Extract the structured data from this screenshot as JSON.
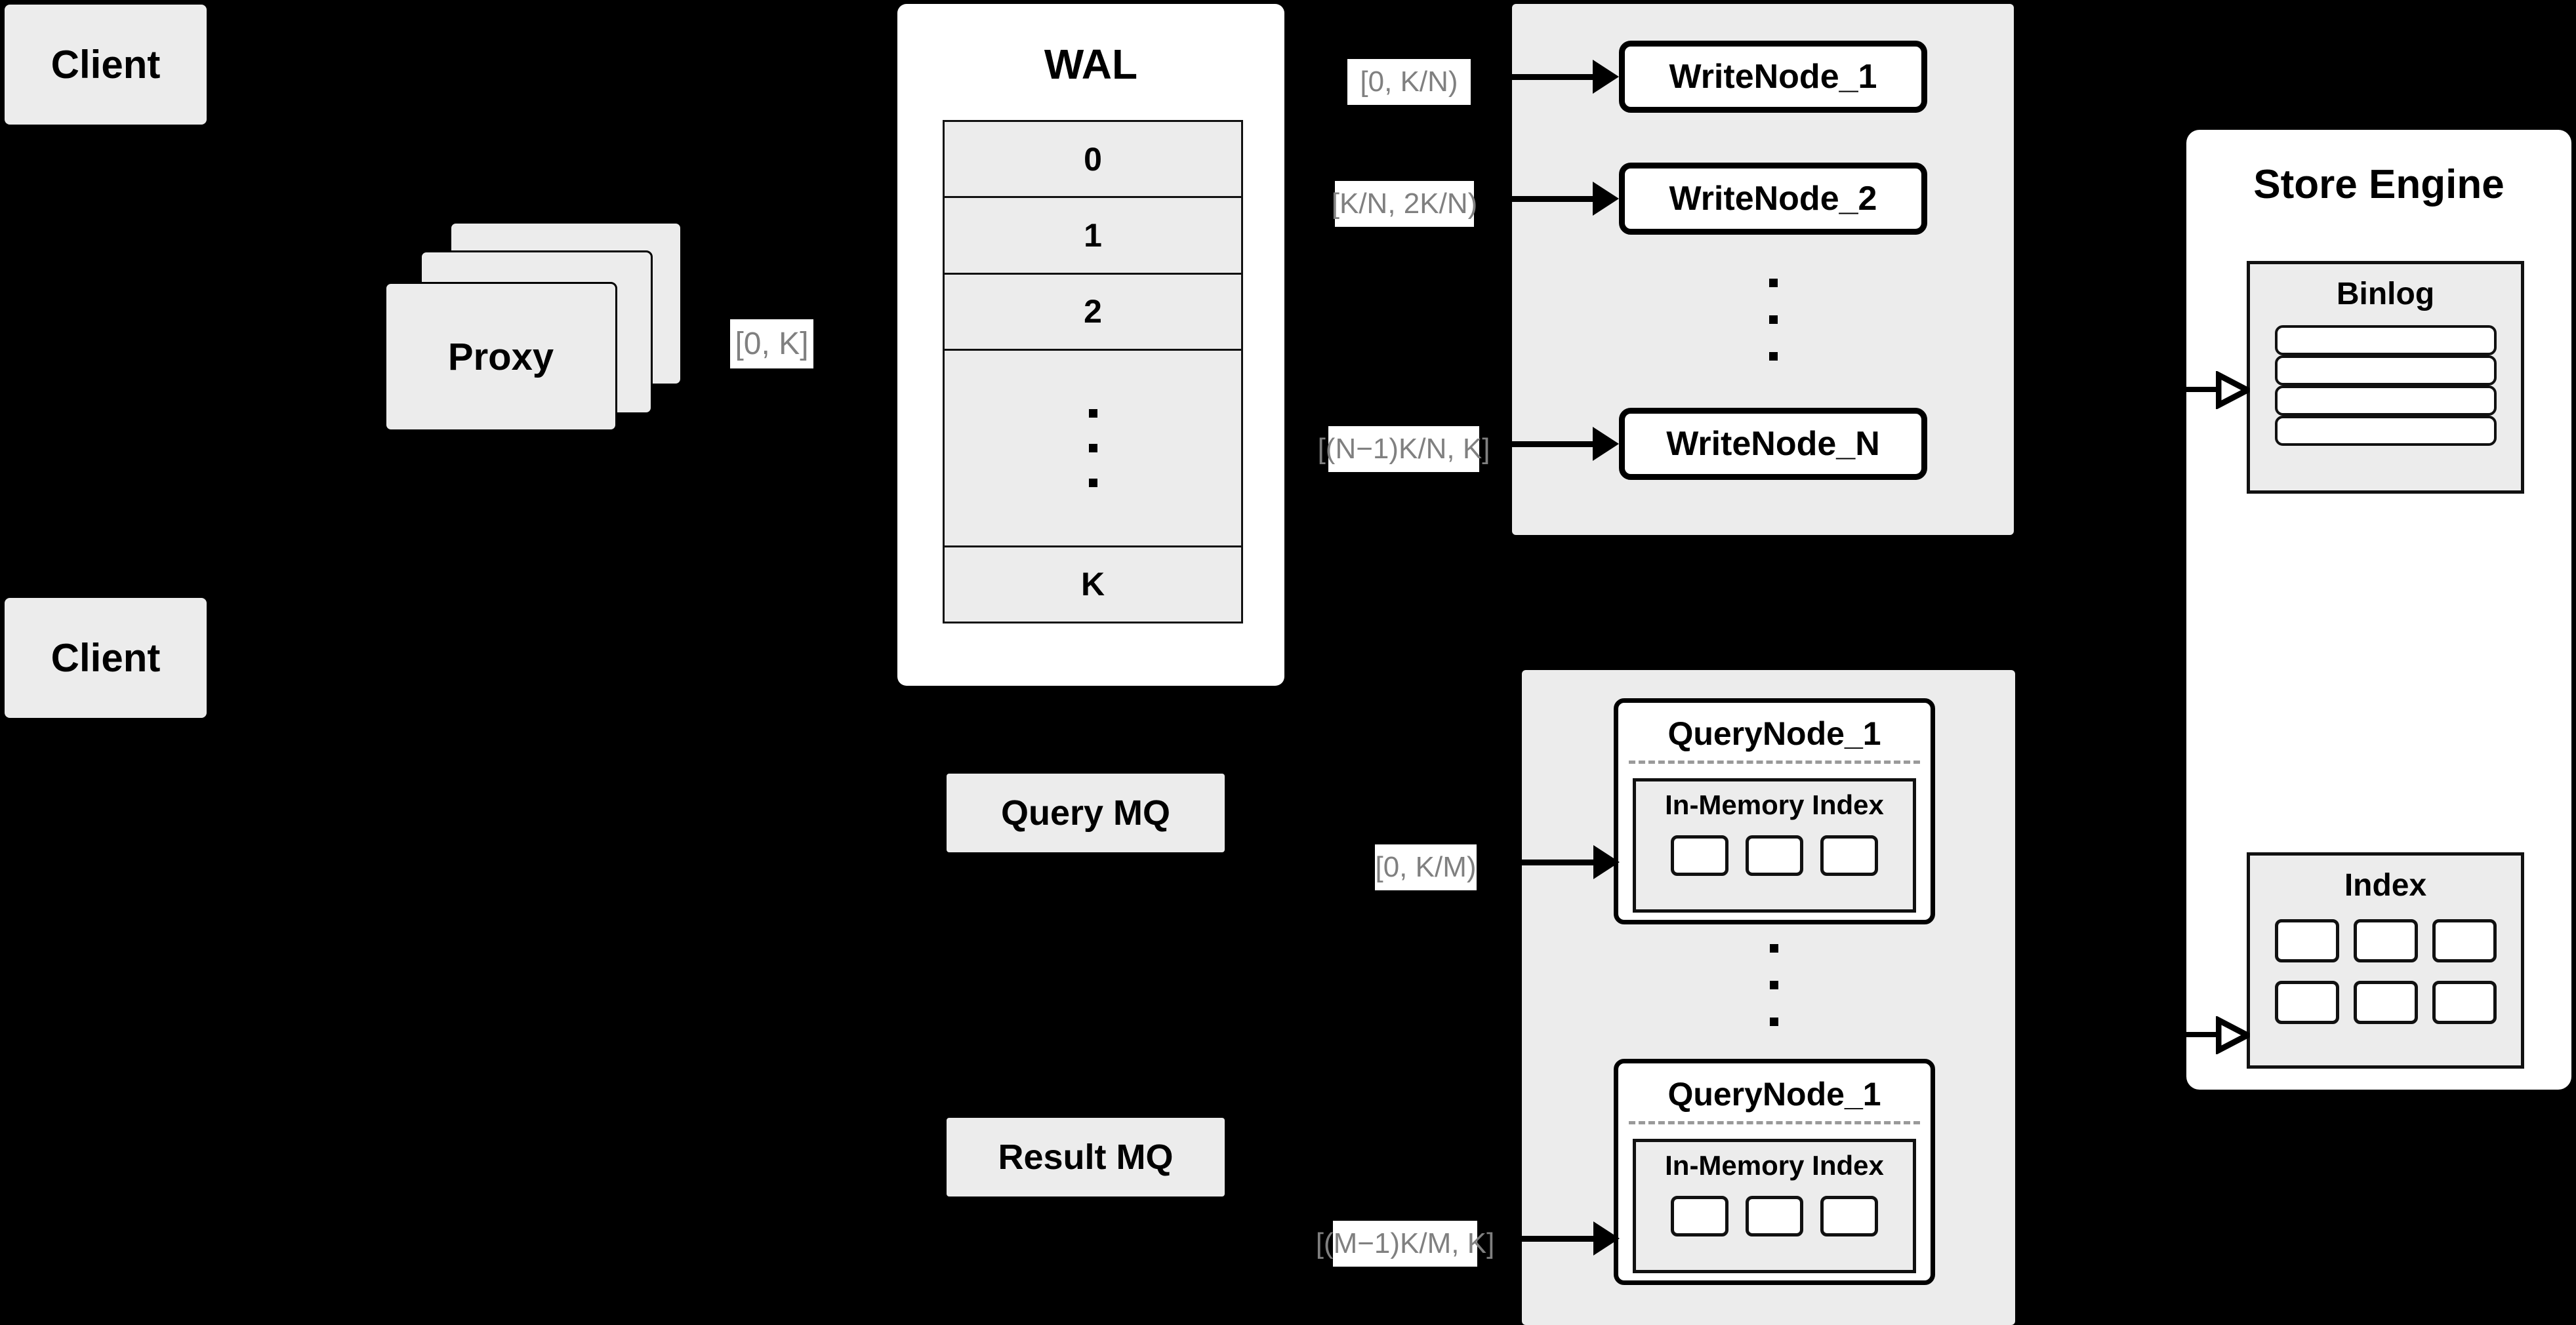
{
  "diagram": {
    "title": "Distributed Write/Query Architecture",
    "background_color": "#000000",
    "node_fill": "#ececec",
    "card_fill": "#ffffff",
    "label_text_color": "#808080"
  },
  "clients": [
    {
      "label": "Client"
    },
    {
      "label": "Client"
    }
  ],
  "proxy": {
    "label": "Proxy",
    "stack_count": 3
  },
  "wal": {
    "title": "WAL",
    "rows": [
      "0",
      "1",
      "2",
      "⋮",
      "K"
    ]
  },
  "queues": {
    "query_mq": "Query MQ",
    "result_mq": "Result MQ"
  },
  "write_cluster": {
    "nodes": [
      {
        "label": "WriteNode_1"
      },
      {
        "label": "WriteNode_2"
      },
      {
        "label": "WriteNode_N"
      }
    ],
    "ellipsis": "⋮"
  },
  "query_cluster": {
    "nodes": [
      {
        "label": "QueryNode_1",
        "index_label": "In-Memory Index",
        "chips": 3
      },
      {
        "label": "QueryNode_1",
        "index_label": "In-Memory Index",
        "chips": 3
      }
    ],
    "ellipsis": "⋮"
  },
  "store_engine": {
    "title": "Store Engine",
    "binlog": {
      "title": "Binlog",
      "bars": 4
    },
    "index": {
      "title": "Index",
      "chips": 6
    }
  },
  "range_labels": {
    "proxy_to_wal": "[0, K]",
    "write_1": "[0,  K/N)",
    "write_2": "[K/N, 2K/N)",
    "write_n": "[(N−1)K/N,  K]",
    "query_1": "[0, K/M)",
    "query_m": "[(M−1)K/M, K]"
  }
}
